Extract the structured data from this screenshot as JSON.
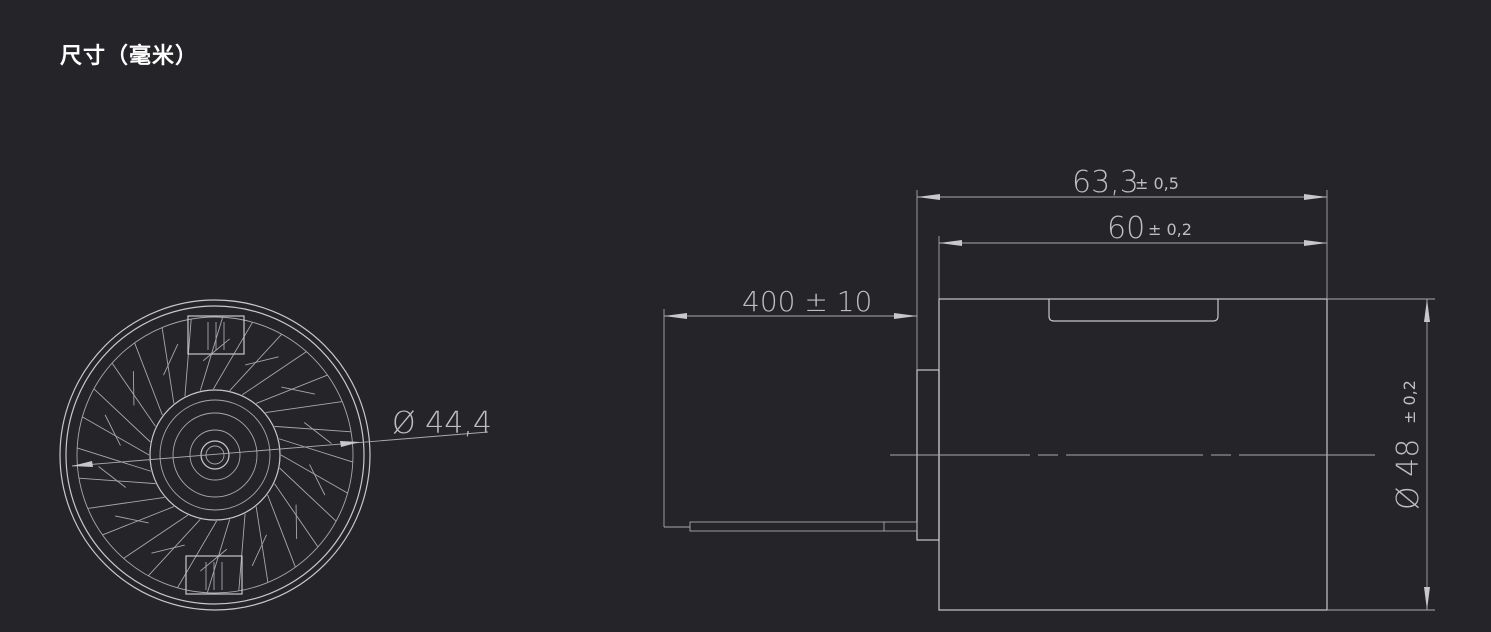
{
  "page": {
    "title": "尺寸（毫米）"
  },
  "colors": {
    "background": "#242429",
    "line": "#c8c8cc",
    "title_text": "#ffffff"
  },
  "front_view": {
    "diameter_label": "Ø 44,4"
  },
  "side_view": {
    "cable_length": "400 ± 10",
    "overall_length": "63,3",
    "overall_length_tol": "± 0,5",
    "body_length": "60",
    "body_length_tol": "± 0,2",
    "diameter": "Ø 48",
    "diameter_tol": "± 0,2"
  }
}
